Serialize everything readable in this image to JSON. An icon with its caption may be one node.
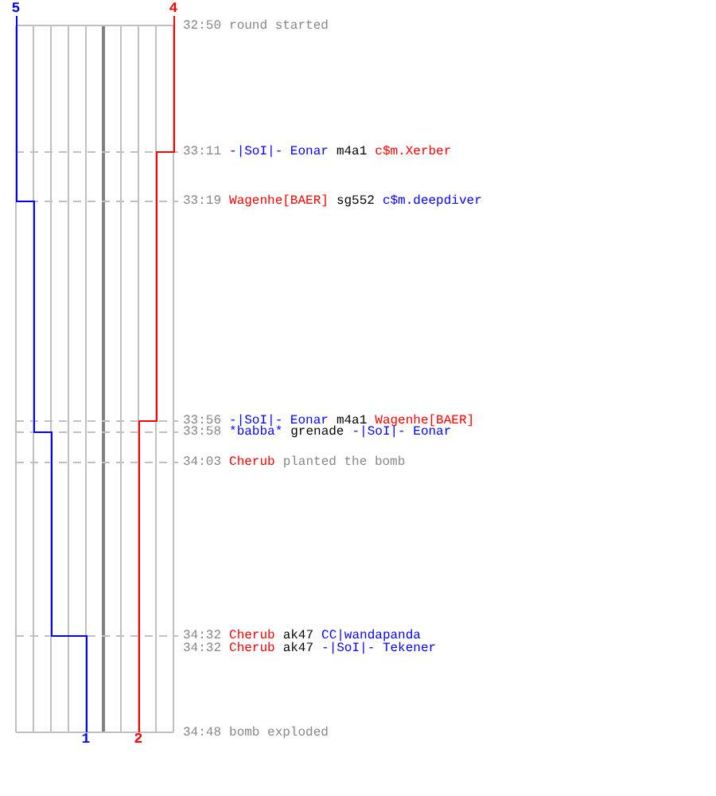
{
  "diagram": {
    "labels": [
      "5",
      "4",
      "32:50",
      "round started",
      "33:11",
      "-|SoI|- Eonar",
      "m4a1",
      "c$m.Xerber",
      "33:19",
      "Wagenhe[BAER]",
      "sg552",
      "c$m.deepdiver",
      "33:56",
      "-|SoI|- Eonar",
      "m4a1",
      "Wagenhe[BAER]",
      "33:58",
      "*babba*",
      "grenade",
      "-|SoI|- Eonar",
      "34:03",
      "Cherub",
      "planted the bomb",
      "34:32",
      "Cherub",
      "ak47",
      "CC|wandapanda",
      "34:32",
      "Cherub",
      "ak47",
      "-|SoI|- Tekener",
      "34:48",
      "bomb exploded",
      "1",
      "2"
    ]
  }
}
